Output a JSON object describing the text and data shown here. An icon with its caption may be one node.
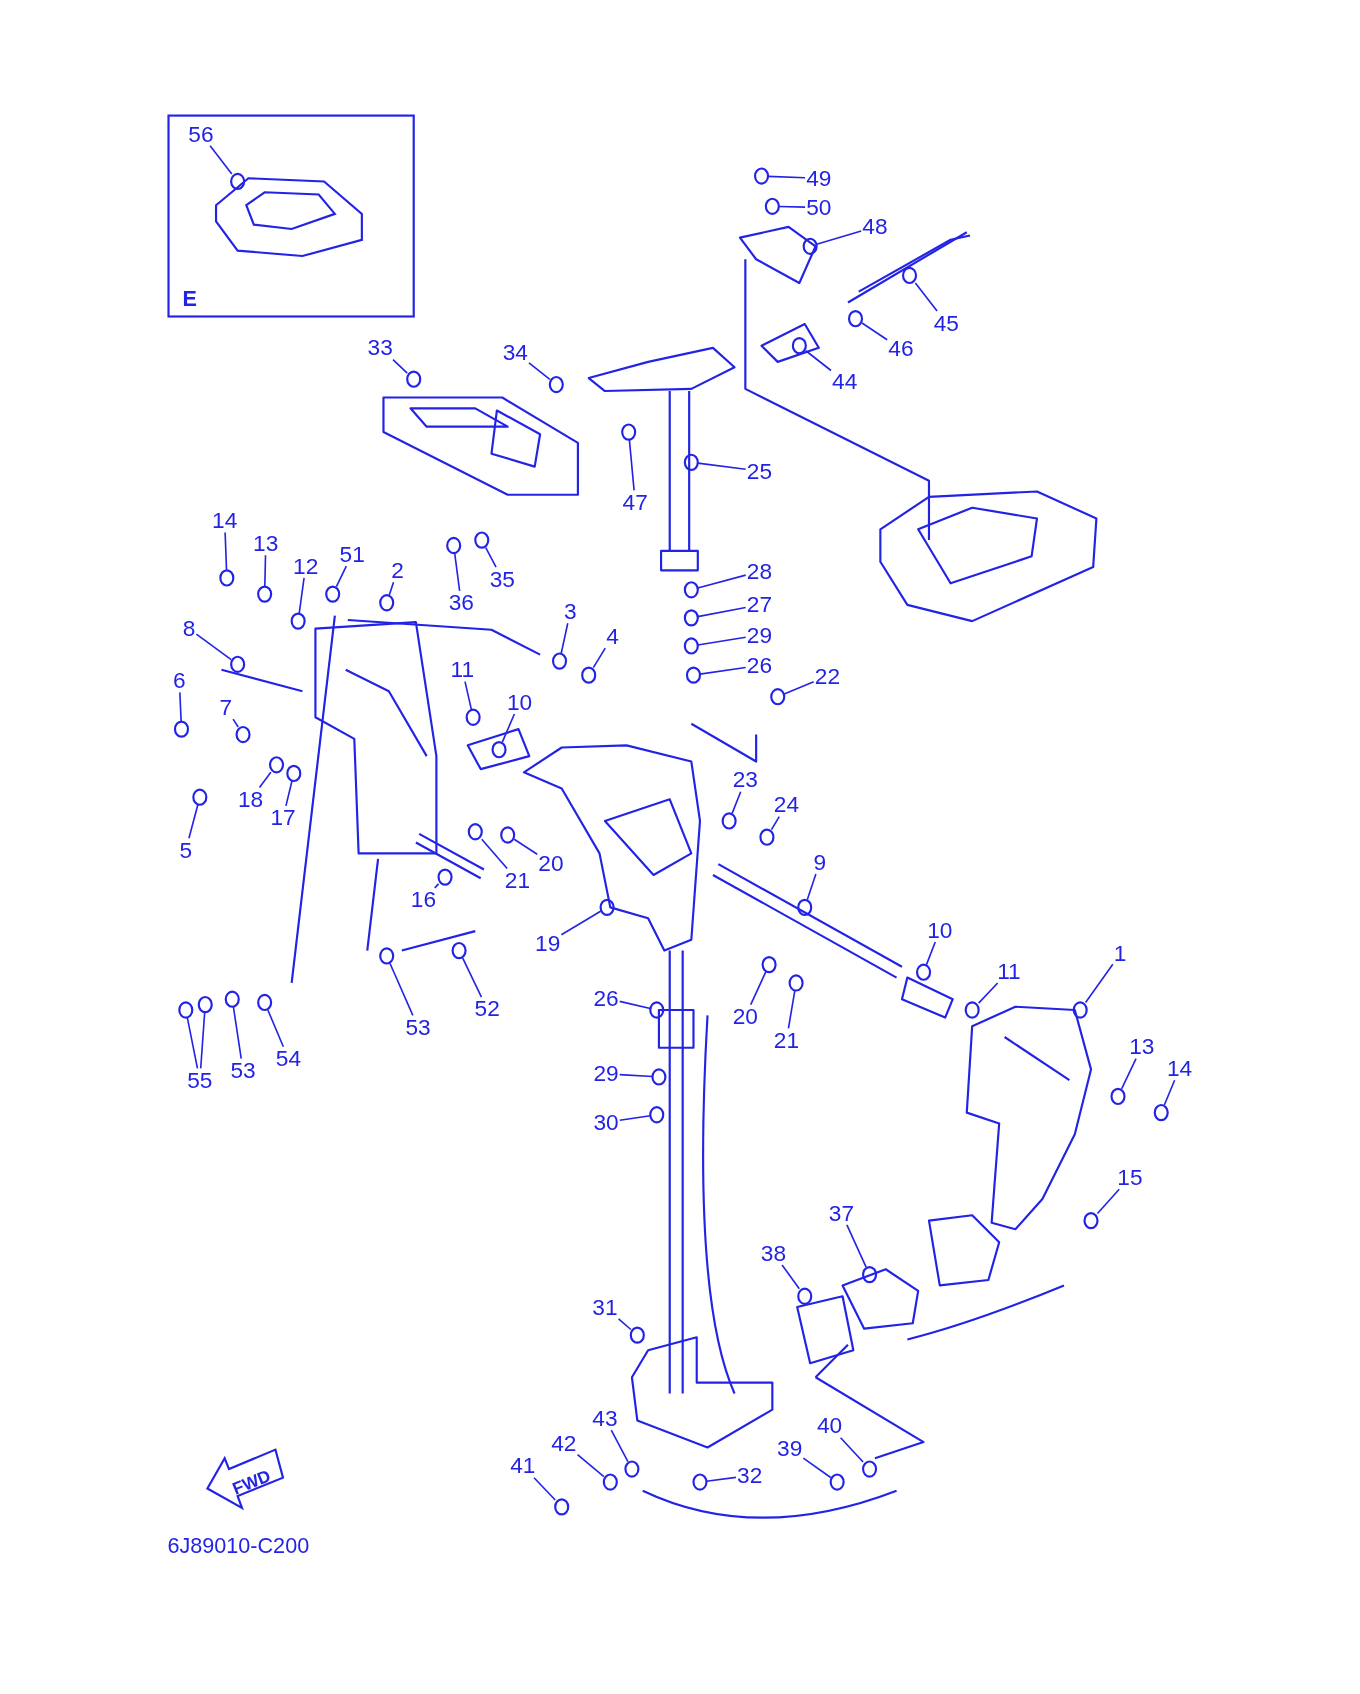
{
  "diagram": {
    "nodes": [
      {
        "text": [
          "E"
        ]
      },
      {
        "text": [
          "56"
        ],
        "in": 0
      },
      {
        "text": [
          "49"
        ]
      },
      {
        "text": [
          "50"
        ]
      },
      {
        "text": [
          "48"
        ]
      },
      {
        "text": [
          "45"
        ]
      },
      {
        "text": [
          "46"
        ]
      },
      {
        "text": [
          "44"
        ]
      },
      {
        "text": [
          "33"
        ]
      },
      {
        "text": [
          "34"
        ]
      },
      {
        "text": [
          "25"
        ]
      },
      {
        "text": [
          "47"
        ]
      },
      {
        "text": [
          "35"
        ]
      },
      {
        "text": [
          "36"
        ]
      },
      {
        "text": [
          "14"
        ]
      },
      {
        "text": [
          "13"
        ]
      },
      {
        "text": [
          "12"
        ]
      },
      {
        "text": [
          "51"
        ]
      },
      {
        "text": [
          "2"
        ]
      },
      {
        "text": [
          "28"
        ]
      },
      {
        "text": [
          "27"
        ]
      },
      {
        "text": [
          "29"
        ]
      },
      {
        "text": [
          "26"
        ]
      },
      {
        "text": [
          "22"
        ]
      },
      {
        "text": [
          "3"
        ]
      },
      {
        "text": [
          "4"
        ]
      },
      {
        "text": [
          "8"
        ]
      },
      {
        "text": [
          "6"
        ]
      },
      {
        "text": [
          "11"
        ]
      },
      {
        "text": [
          "10"
        ]
      },
      {
        "text": [
          "7"
        ]
      },
      {
        "text": [
          "23"
        ]
      },
      {
        "text": [
          "24"
        ]
      },
      {
        "text": [
          "18"
        ]
      },
      {
        "text": [
          "17"
        ]
      },
      {
        "text": [
          "5"
        ]
      },
      {
        "text": [
          "20"
        ]
      },
      {
        "text": [
          "21"
        ]
      },
      {
        "text": [
          "9"
        ]
      },
      {
        "text": [
          "16"
        ]
      },
      {
        "text": [
          "19"
        ]
      },
      {
        "text": [
          "10"
        ]
      },
      {
        "text": [
          "11"
        ]
      },
      {
        "text": [
          "1"
        ]
      },
      {
        "text": [
          "26"
        ]
      },
      {
        "text": [
          "20"
        ]
      },
      {
        "text": [
          "21"
        ]
      },
      {
        "text": [
          "53"
        ]
      },
      {
        "text": [
          "52"
        ]
      },
      {
        "text": [
          "55"
        ]
      },
      {
        "text": [
          "53"
        ]
      },
      {
        "text": [
          "54"
        ]
      },
      {
        "text": [
          "13"
        ]
      },
      {
        "text": [
          "14"
        ]
      },
      {
        "text": [
          "29"
        ]
      },
      {
        "text": [
          "30"
        ]
      },
      {
        "text": [
          "15"
        ]
      },
      {
        "text": [
          "37"
        ]
      },
      {
        "text": [
          "38"
        ]
      },
      {
        "text": [
          "31"
        ]
      },
      {
        "text": [
          "43"
        ]
      },
      {
        "text": [
          "42"
        ]
      },
      {
        "text": [
          "41"
        ]
      },
      {
        "text": [
          "39"
        ]
      },
      {
        "text": [
          "40"
        ]
      },
      {
        "text": [
          "32"
        ]
      },
      {
        "text": [],
        "shape": "circle",
        "in": 0
      },
      {
        "text": [],
        "shape": "circle"
      },
      {
        "text": [],
        "shape": "circle"
      },
      {
        "text": [],
        "shape": "circle"
      },
      {
        "text": [],
        "shape": "circle"
      },
      {
        "text": [],
        "shape": "circle"
      },
      {
        "text": [],
        "shape": "circle"
      },
      {
        "text": [],
        "shape": "circle"
      },
      {
        "text": [],
        "shape": "circle"
      },
      {
        "text": [],
        "shape": "circle"
      },
      {
        "text": [],
        "shape": "circle"
      },
      {
        "text": [],
        "shape": "circle"
      },
      {
        "text": [],
        "shape": "circle"
      },
      {
        "text": [],
        "shape": "circle"
      },
      {
        "text": [],
        "shape": "circle"
      },
      {
        "text": [],
        "shape": "circle"
      },
      {
        "text": [],
        "shape": "circle"
      },
      {
        "text": [],
        "shape": "circle"
      },
      {
        "text": [],
        "shape": "circle"
      },
      {
        "text": [],
        "shape": "circle"
      },
      {
        "text": [],
        "shape": "circle"
      },
      {
        "text": [],
        "shape": "circle"
      },
      {
        "text": [],
        "shape": "circle"
      },
      {
        "text": [],
        "shape": "circle"
      },
      {
        "text": [],
        "shape": "circle"
      },
      {
        "text": [],
        "shape": "circle"
      },
      {
        "text": [],
        "shape": "circle"
      },
      {
        "text": [],
        "shape": "circle"
      },
      {
        "text": [],
        "shape": "circle"
      },
      {
        "text": [],
        "shape": "circle"
      },
      {
        "text": [],
        "shape": "circle"
      },
      {
        "text": [],
        "shape": "circle"
      },
      {
        "text": [],
        "shape": "circle"
      },
      {
        "text": [],
        "shape": "circle"
      },
      {
        "text": [],
        "shape": "circle"
      },
      {
        "text": [],
        "shape": "circle"
      },
      {
        "text": [],
        "shape": "circle"
      },
      {
        "text": [],
        "shape": "circle"
      },
      {
        "text": [],
        "shape": "circle"
      },
      {
        "text": [],
        "shape": "circle"
      },
      {
        "text": [],
        "shape": "circle"
      },
      {
        "text": [],
        "shape": "circle"
      },
      {
        "text": [],
        "shape": "circle"
      },
      {
        "text": [],
        "shape": "circle"
      },
      {
        "text": [],
        "shape": "circle"
      },
      {
        "text": [],
        "shape": "circle"
      },
      {
        "text": [],
        "shape": "circle"
      },
      {
        "text": [],
        "shape": "circle"
      },
      {
        "text": [],
        "shape": "circle"
      },
      {
        "text": [],
        "shape": "circle"
      },
      {
        "text": [],
        "shape": "circle"
      },
      {
        "text": [],
        "shape": "circle"
      },
      {
        "text": [],
        "shape": "circle"
      },
      {
        "text": [],
        "shape": "circle"
      },
      {
        "text": [],
        "shape": "circle"
      },
      {
        "text": [],
        "shape": "circle"
      },
      {
        "text": [],
        "shape": "circle"
      },
      {
        "text": [],
        "shape": "circle"
      },
      {
        "text": [],
        "shape": "circle"
      },
      {
        "text": [],
        "shape": "circle"
      },
      {
        "text": [],
        "shape": "circle"
      },
      {
        "text": [],
        "shape": "circle"
      },
      {
        "text": [],
        "shape": "circle"
      },
      {
        "text": [],
        "shape": "circle"
      },
      {
        "text": [],
        "shape": "circle"
      },
      {
        "text": [],
        "shape": "circle"
      }
    ],
    "edges": [
      {
        "from": 1,
        "to": 66,
        "arrow": "none"
      },
      {
        "from": 2,
        "to": 67,
        "arrow": "none"
      },
      {
        "from": 3,
        "to": 68,
        "arrow": "none"
      },
      {
        "from": 4,
        "to": 69,
        "arrow": "none"
      },
      {
        "from": 5,
        "to": 70,
        "arrow": "none"
      },
      {
        "from": 6,
        "to": 71,
        "arrow": "none"
      },
      {
        "from": 7,
        "to": 72,
        "arrow": "none"
      },
      {
        "from": 8,
        "to": 73,
        "arrow": "none"
      },
      {
        "from": 9,
        "to": 74,
        "arrow": "none"
      },
      {
        "from": 10,
        "to": 75,
        "arrow": "none"
      },
      {
        "from": 11,
        "to": 76,
        "arrow": "none"
      },
      {
        "from": 12,
        "to": 77,
        "arrow": "none"
      },
      {
        "from": 13,
        "to": 78,
        "arrow": "none"
      },
      {
        "from": 14,
        "to": 79,
        "arrow": "none"
      },
      {
        "from": 15,
        "to": 80,
        "arrow": "none"
      },
      {
        "from": 16,
        "to": 81,
        "arrow": "none"
      },
      {
        "from": 17,
        "to": 82,
        "arrow": "none"
      },
      {
        "from": 18,
        "to": 83,
        "arrow": "none"
      },
      {
        "from": 19,
        "to": 84,
        "arrow": "none"
      },
      {
        "from": 20,
        "to": 85,
        "arrow": "none"
      },
      {
        "from": 21,
        "to": 86,
        "arrow": "none"
      },
      {
        "from": 22,
        "to": 87,
        "arrow": "none"
      },
      {
        "from": 23,
        "to": 88,
        "arrow": "none"
      },
      {
        "from": 24,
        "to": 89,
        "arrow": "none"
      },
      {
        "from": 25,
        "to": 90,
        "arrow": "none"
      },
      {
        "from": 26,
        "to": 91,
        "arrow": "none"
      },
      {
        "from": 27,
        "to": 92,
        "arrow": "none"
      },
      {
        "from": 28,
        "to": 93,
        "arrow": "none"
      },
      {
        "from": 29,
        "to": 94,
        "arrow": "none"
      },
      {
        "from": 30,
        "to": 95,
        "arrow": "none"
      },
      {
        "from": 31,
        "to": 96,
        "arrow": "none"
      },
      {
        "from": 32,
        "to": 97,
        "arrow": "none"
      },
      {
        "from": 33,
        "to": 98,
        "arrow": "none"
      },
      {
        "from": 34,
        "to": 99,
        "arrow": "none"
      },
      {
        "from": 35,
        "to": 100,
        "arrow": "none"
      },
      {
        "from": 36,
        "to": 101,
        "arrow": "none"
      },
      {
        "from": 37,
        "to": 102,
        "arrow": "none"
      },
      {
        "from": 38,
        "to": 103,
        "arrow": "none"
      },
      {
        "from": 39,
        "to": 104,
        "arrow": "none"
      },
      {
        "from": 40,
        "to": 105,
        "arrow": "none"
      },
      {
        "from": 41,
        "to": 106,
        "arrow": "none"
      },
      {
        "from": 42,
        "to": 107,
        "arrow": "none"
      },
      {
        "from": 43,
        "to": 108,
        "arrow": "none"
      },
      {
        "from": 44,
        "to": 109,
        "arrow": "none"
      },
      {
        "from": 45,
        "to": 110,
        "arrow": "none"
      },
      {
        "from": 46,
        "to": 111,
        "arrow": "none"
      },
      {
        "from": 47,
        "to": 112,
        "arrow": "none"
      },
      {
        "from": 48,
        "to": 113,
        "arrow": "none"
      },
      {
        "from": 49,
        "to": 114,
        "arrow": "none"
      },
      {
        "from": 49,
        "to": 115,
        "arrow": "none"
      },
      {
        "from": 50,
        "to": 116,
        "arrow": "none"
      },
      {
        "from": 51,
        "to": 117,
        "arrow": "none"
      },
      {
        "from": 52,
        "to": 118,
        "arrow": "none"
      },
      {
        "from": 53,
        "to": 119,
        "arrow": "none"
      },
      {
        "from": 54,
        "to": 120,
        "arrow": "none"
      },
      {
        "from": 55,
        "to": 121,
        "arrow": "none"
      },
      {
        "from": 56,
        "to": 122,
        "arrow": "none"
      },
      {
        "from": 57,
        "to": 123,
        "arrow": "none"
      },
      {
        "from": 58,
        "to": 124,
        "arrow": "none"
      },
      {
        "from": 59,
        "to": 125,
        "arrow": "none"
      },
      {
        "from": 60,
        "to": 126,
        "arrow": "none"
      },
      {
        "from": 61,
        "to": 127,
        "arrow": "none"
      },
      {
        "from": 62,
        "to": 128,
        "arrow": "none"
      },
      {
        "from": 63,
        "to": 129,
        "arrow": "none"
      },
      {
        "from": 64,
        "to": 130,
        "arrow": "none"
      },
      {
        "from": 65,
        "to": 131,
        "arrow": "none"
      }
    ],
    "labels": [
      "FWD",
      "6J89010-C200"
    ]
  }
}
